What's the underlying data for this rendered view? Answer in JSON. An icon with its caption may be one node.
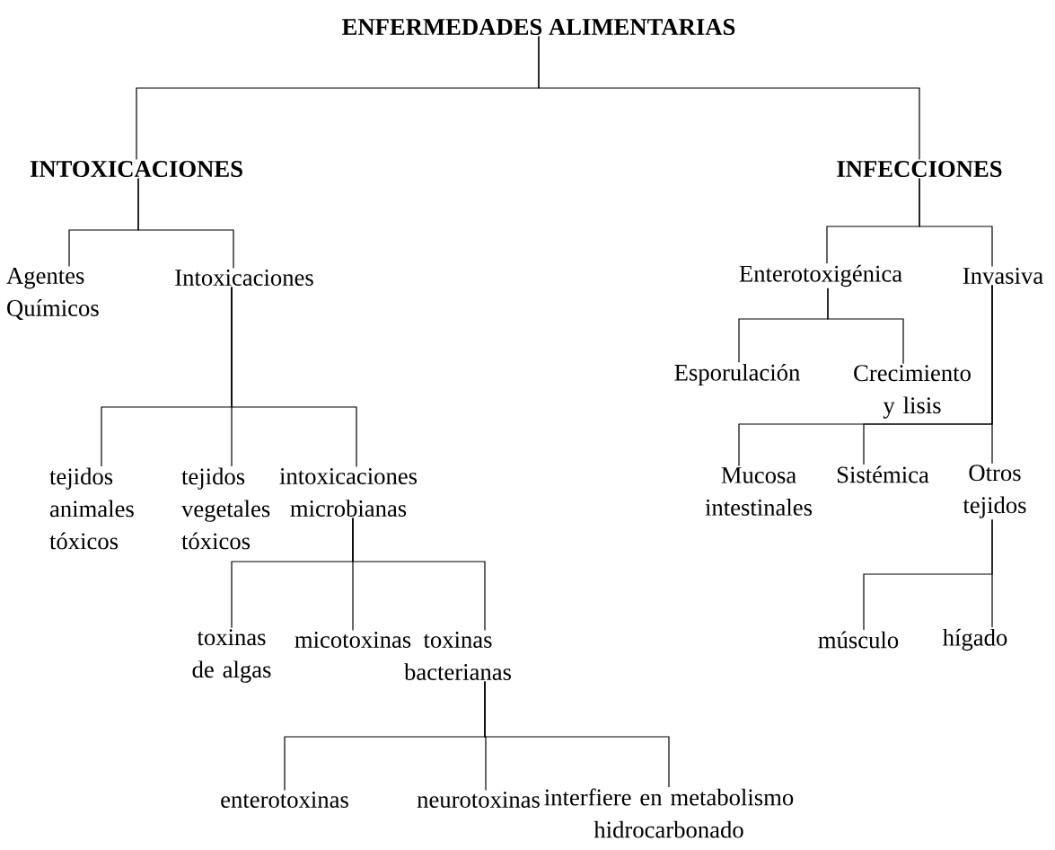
{
  "diagram": {
    "nodes": [
      {
        "text": [
          "ENFERMEDADES ALIMENTARIAS"
        ]
      },
      {
        "text": [
          "INTOXICACIONES"
        ]
      },
      {
        "text": [
          "INFECCIONES"
        ]
      },
      {
        "text": [
          "Agentes Químicos"
        ]
      },
      {
        "text": [
          "Intoxicaciones"
        ]
      },
      {
        "text": [
          "tejidos animales tóxicos"
        ]
      },
      {
        "text": [
          "tejidos vegetales tóxicos"
        ]
      },
      {
        "text": [
          "intoxicaciones microbianas"
        ]
      },
      {
        "text": [
          "toxinas de algas"
        ]
      },
      {
        "text": [
          "micotoxinas"
        ]
      },
      {
        "text": [
          "toxinas bacterianas"
        ]
      },
      {
        "text": [
          "enterotoxinas"
        ]
      },
      {
        "text": [
          "neurotoxinas"
        ]
      },
      {
        "text": [
          "interfiere en metabolismo hidrocarbonado"
        ]
      },
      {
        "text": [
          "Enterotoxigénica"
        ]
      },
      {
        "text": [
          "Invasiva"
        ]
      },
      {
        "text": [
          "Esporulación"
        ]
      },
      {
        "text": [
          "Crecimiento y lisis"
        ]
      },
      {
        "text": [
          "Mucosa intestinales"
        ]
      },
      {
        "text": [
          "Sistémica"
        ]
      },
      {
        "text": [
          "Otros tejidos"
        ]
      },
      {
        "text": [
          "músculo"
        ]
      },
      {
        "text": [
          "hígado"
        ]
      }
    ],
    "edges": [
      {
        "from": 0,
        "to": 1,
        "arrow": "none"
      },
      {
        "from": 0,
        "to": 2,
        "arrow": "none"
      },
      {
        "from": 1,
        "to": 3,
        "arrow": "none"
      },
      {
        "from": 1,
        "to": 4,
        "arrow": "none"
      },
      {
        "from": 4,
        "to": 5,
        "arrow": "none"
      },
      {
        "from": 4,
        "to": 6,
        "arrow": "none"
      },
      {
        "from": 4,
        "to": 7,
        "arrow": "none"
      },
      {
        "from": 7,
        "to": 8,
        "arrow": "none"
      },
      {
        "from": 7,
        "to": 9,
        "arrow": "none"
      },
      {
        "from": 7,
        "to": 10,
        "arrow": "none"
      },
      {
        "from": 10,
        "to": 11,
        "arrow": "none"
      },
      {
        "from": 10,
        "to": 12,
        "arrow": "none"
      },
      {
        "from": 10,
        "to": 13,
        "arrow": "none"
      },
      {
        "from": 2,
        "to": 14,
        "arrow": "none"
      },
      {
        "from": 2,
        "to": 15,
        "arrow": "none"
      },
      {
        "from": 14,
        "to": 16,
        "arrow": "none"
      },
      {
        "from": 14,
        "to": 17,
        "arrow": "none"
      },
      {
        "from": 15,
        "to": 18,
        "arrow": "none"
      },
      {
        "from": 15,
        "to": 19,
        "arrow": "none"
      },
      {
        "from": 15,
        "to": 20,
        "arrow": "none"
      },
      {
        "from": 20,
        "to": 21,
        "arrow": "none"
      },
      {
        "from": 20,
        "to": 22,
        "arrow": "none"
      }
    ]
  }
}
